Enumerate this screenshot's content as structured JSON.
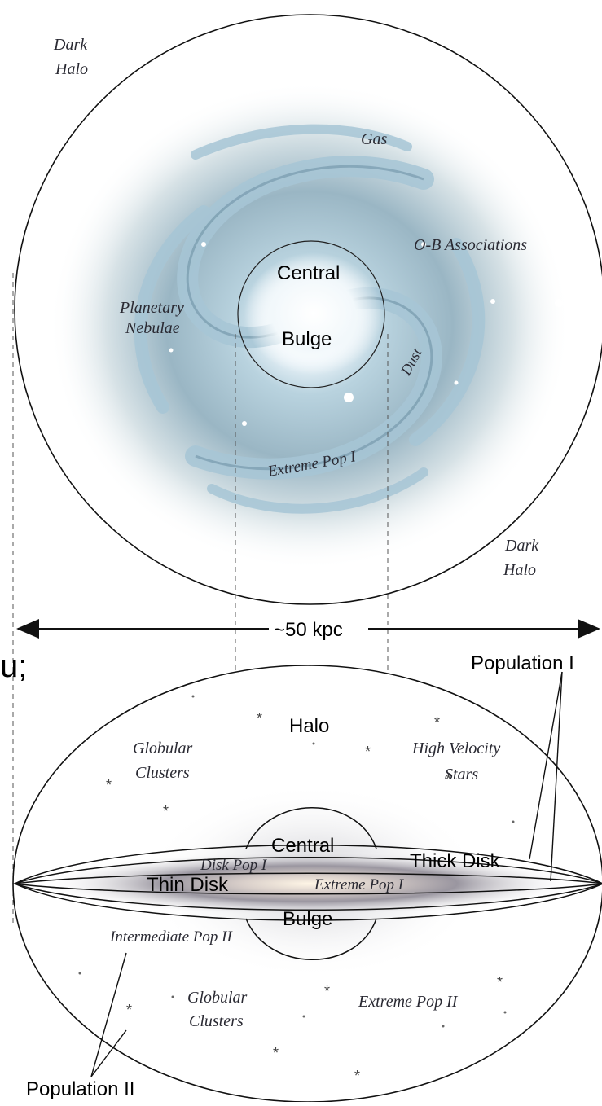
{
  "face_on": {
    "labels": {
      "dark_halo_top_l1": "Dark",
      "dark_halo_top_l2": "Halo",
      "gas": "Gas",
      "ob_associations": "O-B Associations",
      "central": "Central",
      "bulge": "Bulge",
      "planetary_l1": "Planetary",
      "planetary_l2": "Nebulae",
      "dust": "Dust",
      "extreme_pop1": "Extreme Pop I",
      "dark_halo_bottom_l1": "Dark",
      "dark_halo_bottom_l2": "Halo"
    }
  },
  "scale": {
    "label": "~50 kpc"
  },
  "stray_text": "u;",
  "edge_on": {
    "labels": {
      "population1": "Population I",
      "halo": "Halo",
      "globular_top_l1": "Globular",
      "globular_top_l2": "Clusters",
      "high_velocity_l1": "High Velocity",
      "high_velocity_l2": "Stars",
      "central": "Central",
      "disk_pop1": "Disk Pop I",
      "thick_disk": "Thick Disk",
      "thin_disk": "Thin Disk",
      "extreme_pop1": "Extreme Pop I",
      "bulge": "Bulge",
      "intermediate_pop2": "Intermediate Pop II",
      "globular_bottom_l1": "Globular",
      "globular_bottom_l2": "Clusters",
      "extreme_pop2": "Extreme Pop II",
      "population2": "Population II"
    }
  },
  "colors": {
    "outline": "#111111",
    "spiral_arm": "#9fc3d6",
    "disk_glow": "#8a8a8a",
    "italic_text": "#2a2a33"
  }
}
